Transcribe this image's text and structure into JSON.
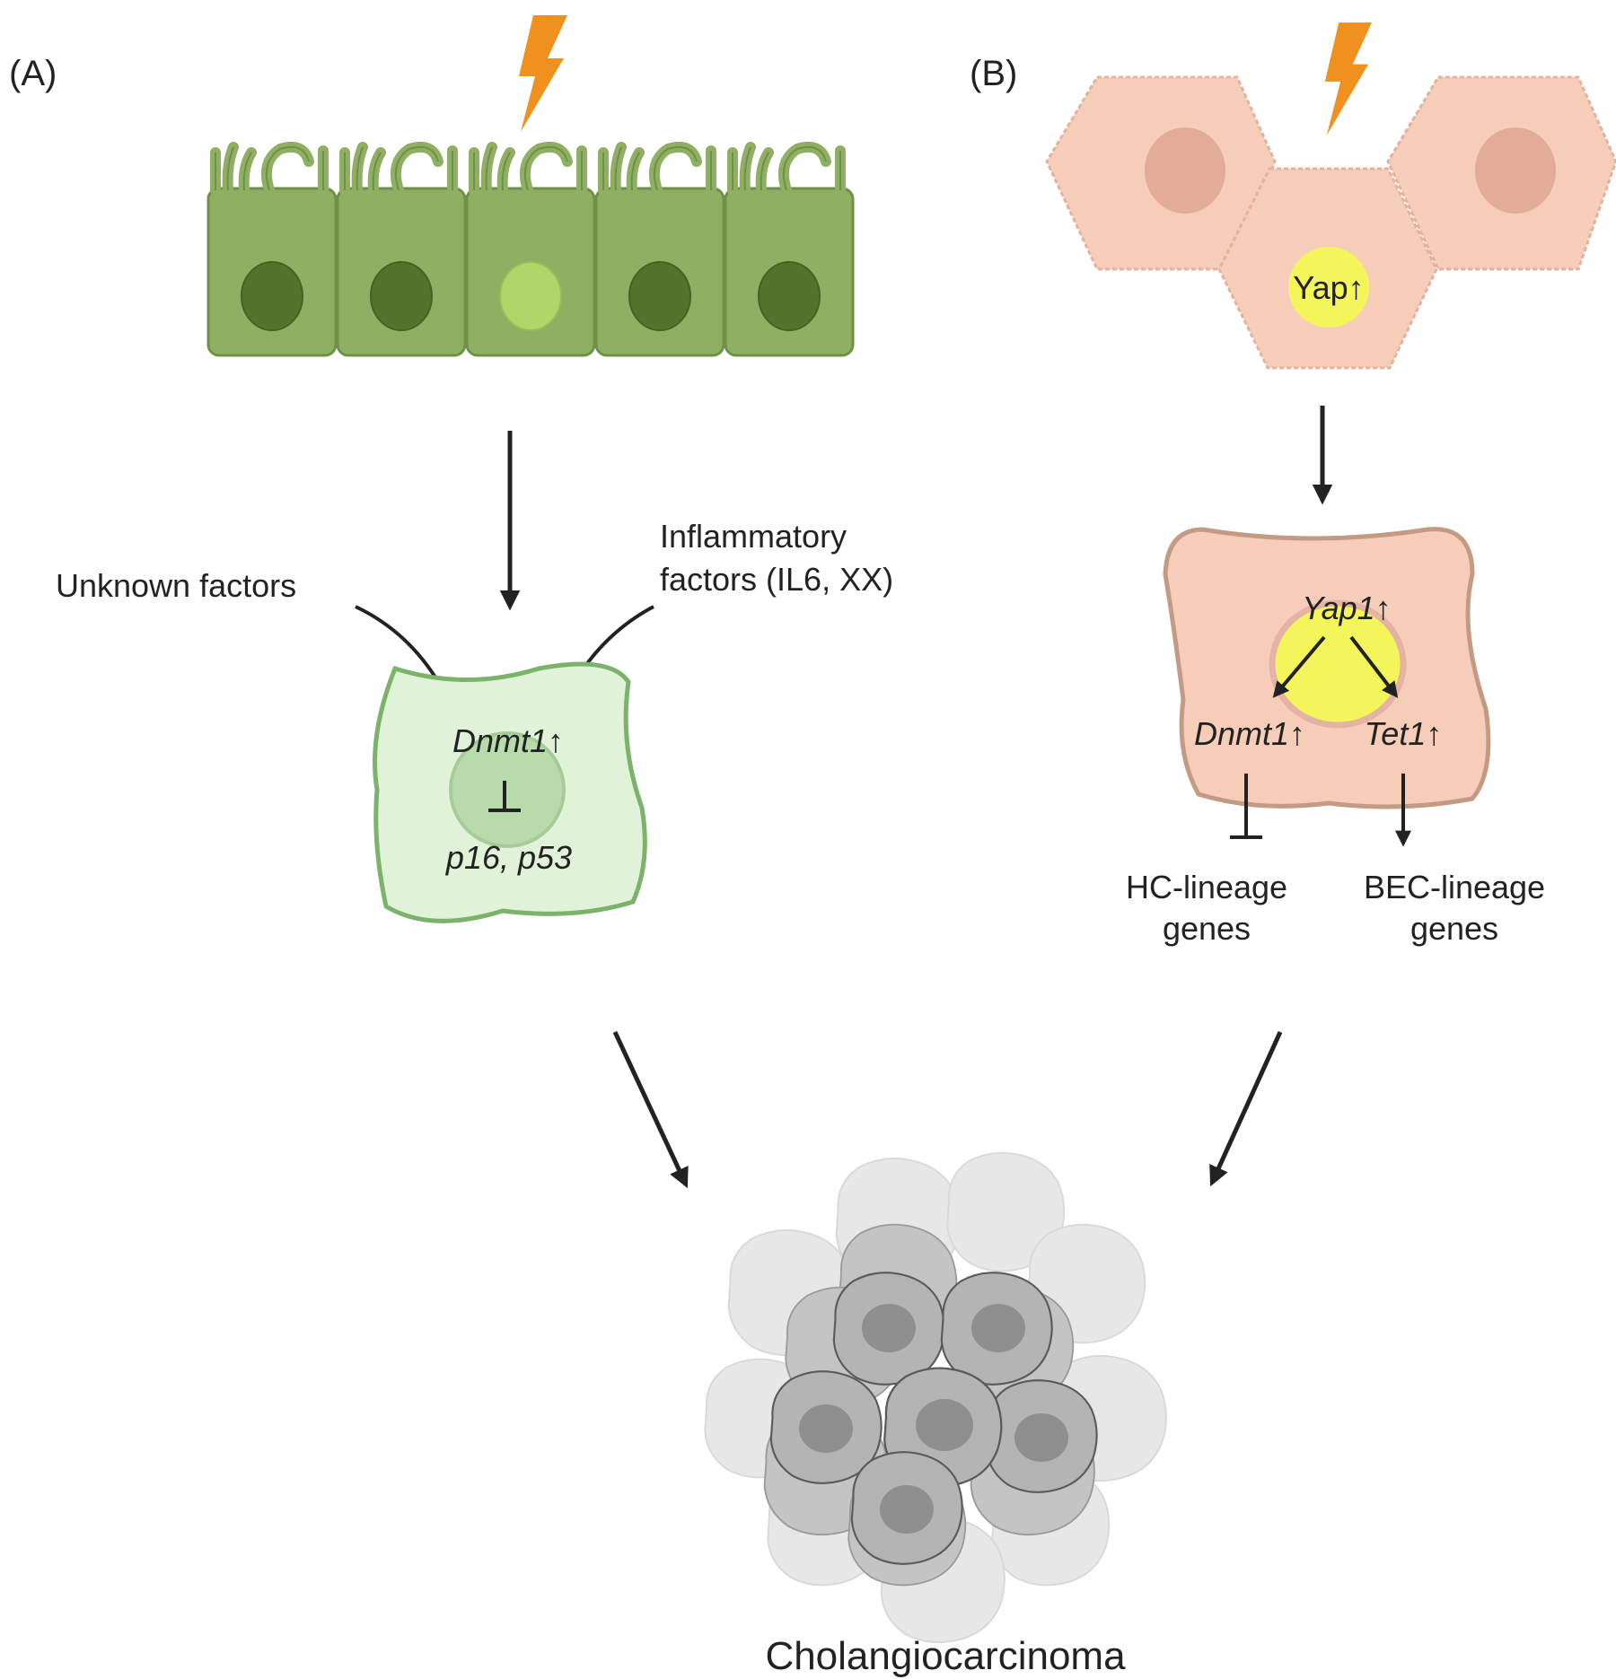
{
  "panel_a": {
    "label": "(A)",
    "factor_left": "Unknown factors",
    "factor_right_line1": "Inflammatory",
    "factor_right_line2": "factors (IL6, XX)",
    "gene_up": "Dnmt1↑",
    "inhibit_symbol": "⊥",
    "targets": "p16, p53"
  },
  "panel_b": {
    "label": "(B)",
    "hepatocyte_marker": "Yap↑",
    "gene_yap1": "Yap1↑",
    "gene_dnmt1": "Dnmt1↑",
    "gene_tet1": "Tet1↑",
    "hc_line1": "HC-lineage",
    "hc_line2": "genes",
    "bec_line1": "BEC-lineage",
    "bec_line2": "genes"
  },
  "outcome": "Cholangiocarcinoma",
  "colors": {
    "epithelium": "#8fb062",
    "epithelium_dark": "#6f9147",
    "nucleus_dark": "#53732c",
    "nucleus_light": "#aed669",
    "cell_a_fill": "#e0f2d8",
    "cell_a_border": "#7bb36a",
    "hepatocyte": "#f5cdb9",
    "hepatocyte_border": "#d9a994",
    "yap_yellow": "#f4f55a",
    "lightning": "#f0901e",
    "tumor_grey": "#a9a9a9"
  },
  "icons": [
    "lightning-icon",
    "arrow-down-icon",
    "inhibit-bar-icon",
    "tumor-cluster-icon"
  ]
}
